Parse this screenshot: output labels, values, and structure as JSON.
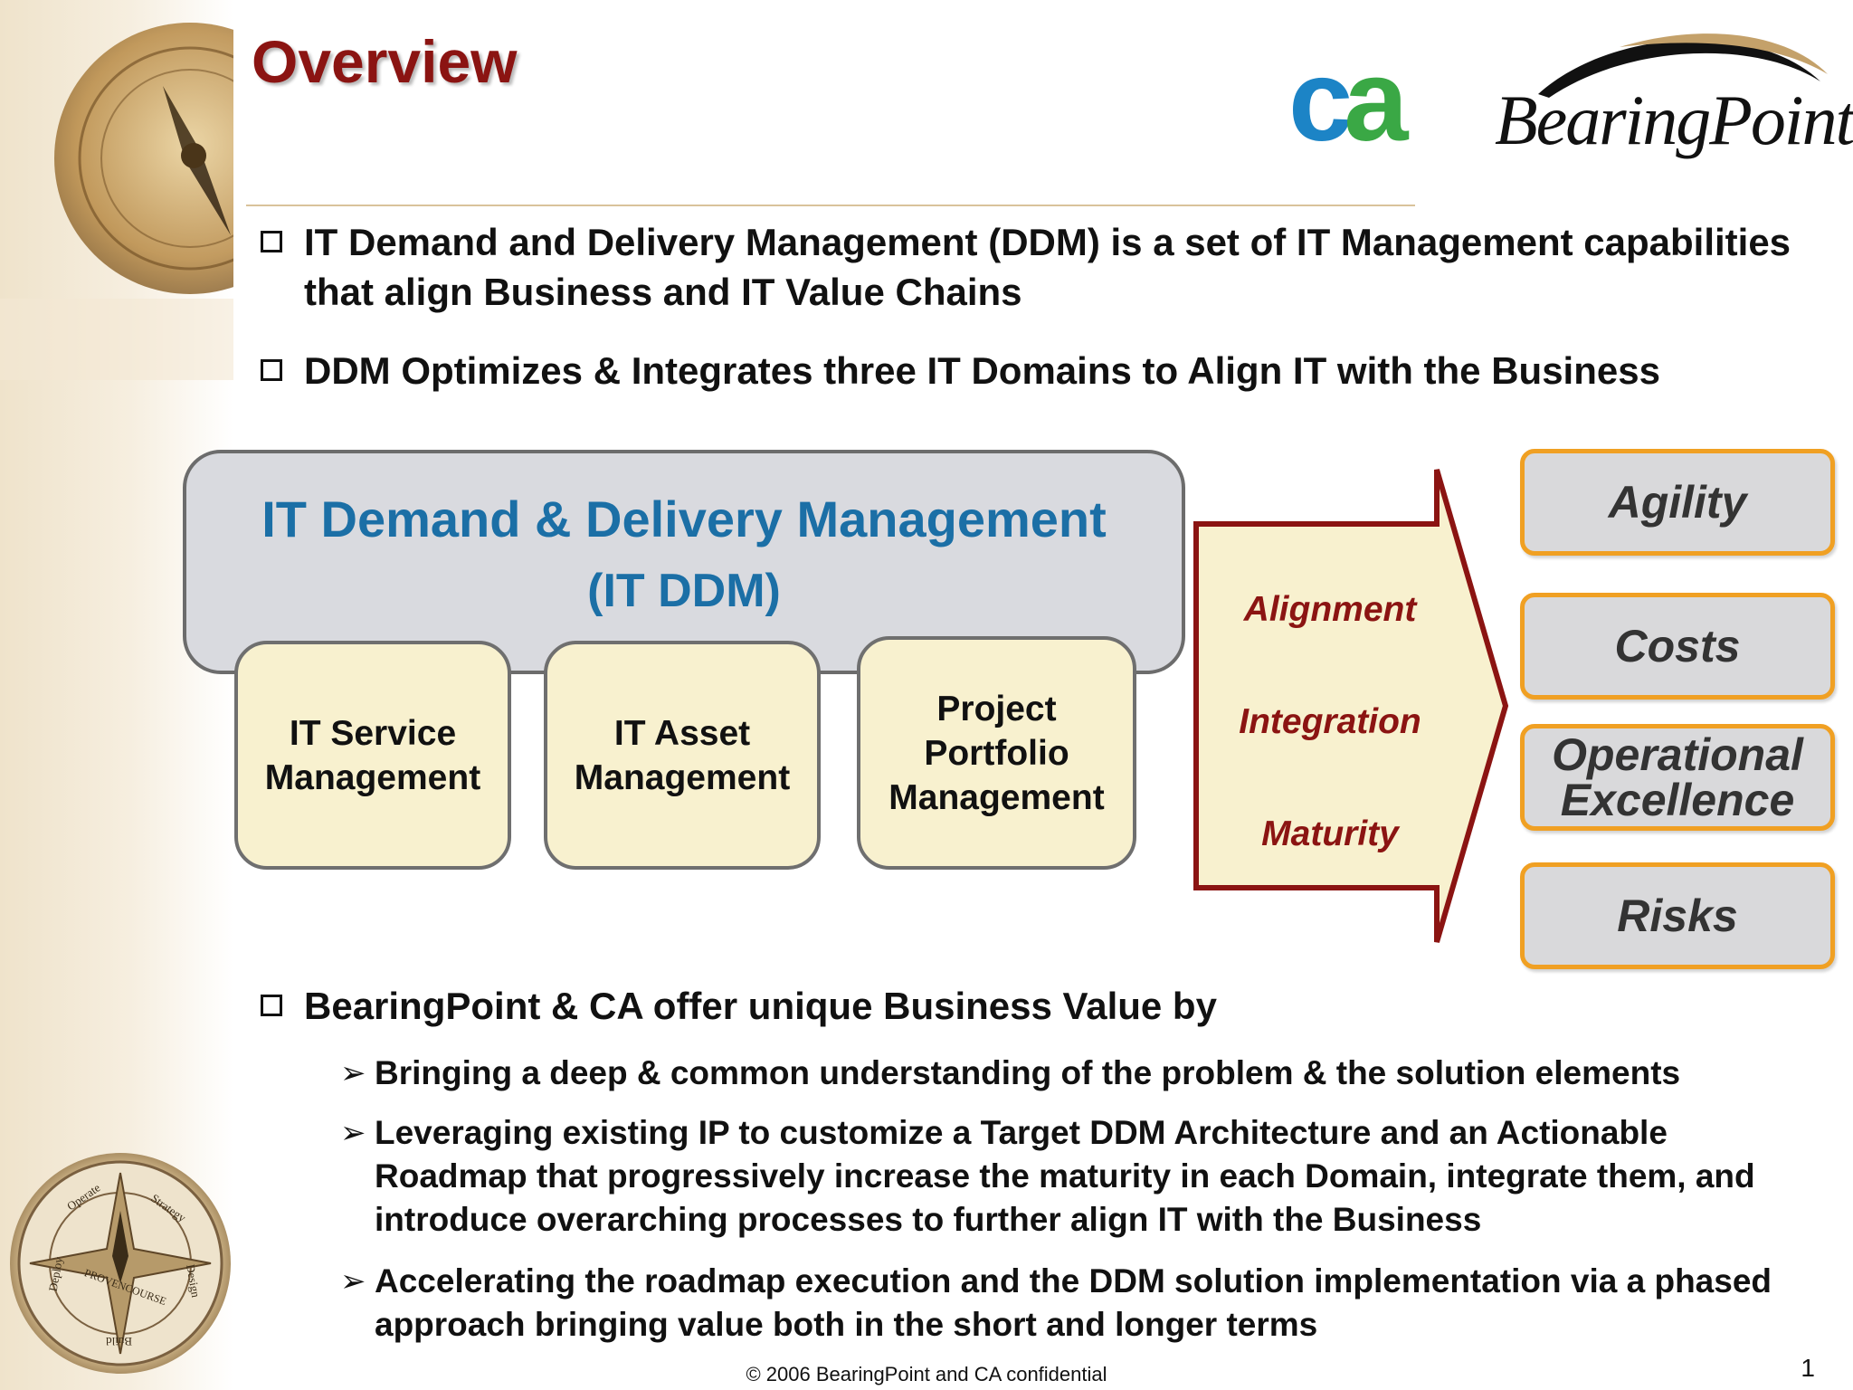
{
  "slide": {
    "title": "Overview",
    "footer": "© 2006 BearingPoint and CA confidential",
    "page_number": "1"
  },
  "logos": {
    "ca_text": "ca",
    "bearingpoint_text": "BearingPoint."
  },
  "seal": {
    "ring_words": [
      "Operate",
      "Strategy",
      "Design",
      "Build",
      "Deploy"
    ],
    "center_text": "PROVENCOURSE"
  },
  "bullets": {
    "b1": "IT Demand and Delivery Management (DDM) is a set of IT Management capabilities that align Business and IT Value Chains",
    "b2": "DDM Optimizes & Integrates three IT Domains to Align IT with the Business",
    "b3": "BearingPoint & CA offer unique Business Value by",
    "sub": [
      "Bringing a deep & common understanding of the problem & the solution elements",
      "Leveraging existing IP to customize a Target DDM Architecture and an Actionable Roadmap that progressively increase the maturity in each Domain, integrate them, and introduce overarching processes to further align IT with the Business",
      "Accelerating the roadmap execution and the DDM solution implementation via a phased approach bringing value both in the short and longer terms"
    ]
  },
  "diagram": {
    "title": "IT Demand & Delivery Management",
    "subtitle": "(IT DDM)",
    "domains": [
      "IT Service Management",
      "IT Asset Management",
      "Project Portfolio Management"
    ],
    "arrow_words": [
      "Alignment",
      "Integration",
      "Maturity"
    ],
    "outcomes": [
      "Agility",
      "Costs",
      "Operational Excellence",
      "Risks"
    ],
    "colors": {
      "title_blue": "#1b6fa6",
      "accent_red": "#8b1412",
      "outcome_border": "#f0a023",
      "domain_fill": "#f8f1cf"
    }
  }
}
